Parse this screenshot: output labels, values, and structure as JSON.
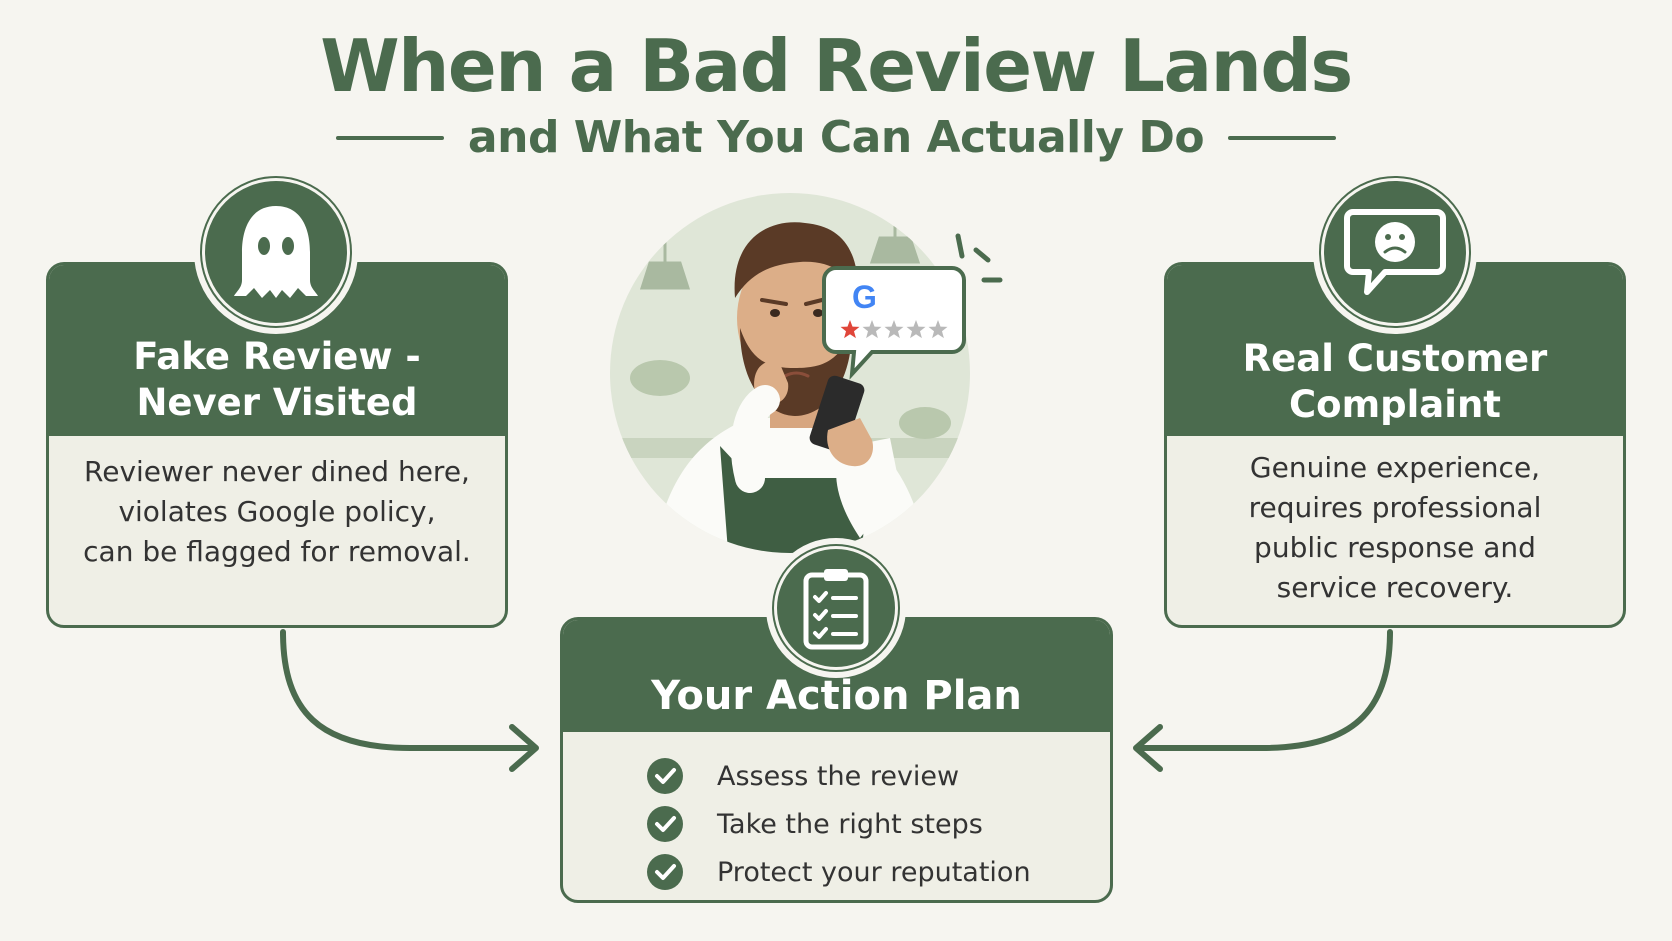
{
  "header": {
    "title": "When a Bad Review Lands",
    "subtitle": "and What You Can Actually Do"
  },
  "left_card": {
    "title_line1": "Fake Review -",
    "title_line2": "Never Visited",
    "body": [
      "Reviewer never dined here,",
      "violates Google policy,",
      "can be flagged for removal."
    ],
    "icon": "ghost-icon"
  },
  "right_card": {
    "title_line1": "Real Customer",
    "title_line2": "Complaint",
    "body": [
      "Genuine experience,",
      "requires  professional",
      "public response and",
      "service recovery."
    ],
    "icon": "sad-chat-icon"
  },
  "center": {
    "illustration": "worried-owner-with-phone",
    "review_bubble": {
      "logo": "G",
      "rating": 1,
      "max_rating": 5
    }
  },
  "plan_card": {
    "title": "Your Action Plan",
    "icon": "clipboard-checklist-icon",
    "items": [
      "Assess the review",
      "Take the right steps",
      "Protect your reputation"
    ]
  },
  "colors": {
    "brand_green": "#4b6b4e",
    "card_bg": "#efefe6",
    "page_bg": "#f6f5f0",
    "star_active": "#e0463a",
    "star_inactive": "#b9b9b9"
  }
}
